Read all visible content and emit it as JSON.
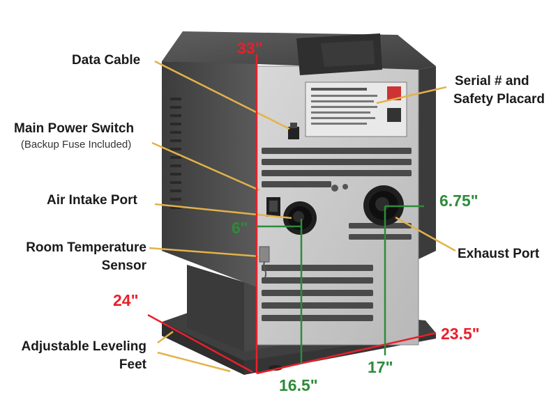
{
  "labels": {
    "data_cable": "Data Cable",
    "main_power_switch": "Main Power Switch",
    "backup_fuse": "(Backup Fuse Included)",
    "air_intake_port": "Air Intake Port",
    "room_temp_line1": "Room Temperature",
    "room_temp_line2": "Sensor",
    "leveling_line1": "Adjustable Leveling",
    "leveling_line2": "Feet",
    "serial_line1": "Serial # and",
    "serial_line2": "Safety Placard",
    "exhaust_port": "Exhaust Port"
  },
  "dimensions": {
    "height": "33\"",
    "depth": "24\"",
    "width": "23.5\"",
    "air_intake_diameter": "6\"",
    "exhaust_diameter": "6.75\"",
    "air_intake_offset": "16.5\"",
    "exhaust_offset": "17\""
  },
  "colors": {
    "dimension_red": "#e8202a",
    "dimension_green": "#2e8b3a",
    "leader_gold": "#e3b24a",
    "stove_body": "#4a4a4a",
    "back_panel": "#c9c9c9"
  }
}
